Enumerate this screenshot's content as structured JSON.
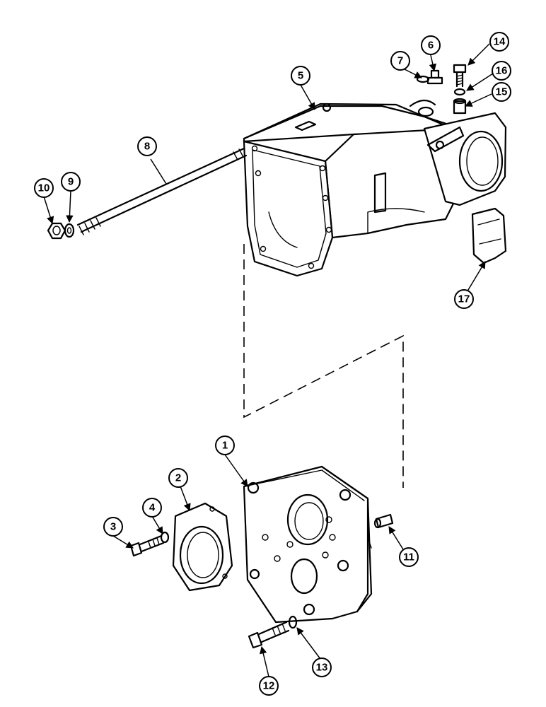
{
  "callouts": [
    {
      "id": "c1",
      "label": "1"
    },
    {
      "id": "c2",
      "label": "2"
    },
    {
      "id": "c3",
      "label": "3"
    },
    {
      "id": "c4",
      "label": "4"
    },
    {
      "id": "c5",
      "label": "5"
    },
    {
      "id": "c6",
      "label": "6"
    },
    {
      "id": "c7",
      "label": "7"
    },
    {
      "id": "c8",
      "label": "8"
    },
    {
      "id": "c9",
      "label": "9"
    },
    {
      "id": "c10",
      "label": "10"
    },
    {
      "id": "c11",
      "label": "11"
    },
    {
      "id": "c12",
      "label": "12"
    },
    {
      "id": "c13",
      "label": "13"
    },
    {
      "id": "c14",
      "label": "14"
    },
    {
      "id": "c15",
      "label": "15"
    },
    {
      "id": "c16",
      "label": "16"
    },
    {
      "id": "c17",
      "label": "17"
    }
  ]
}
